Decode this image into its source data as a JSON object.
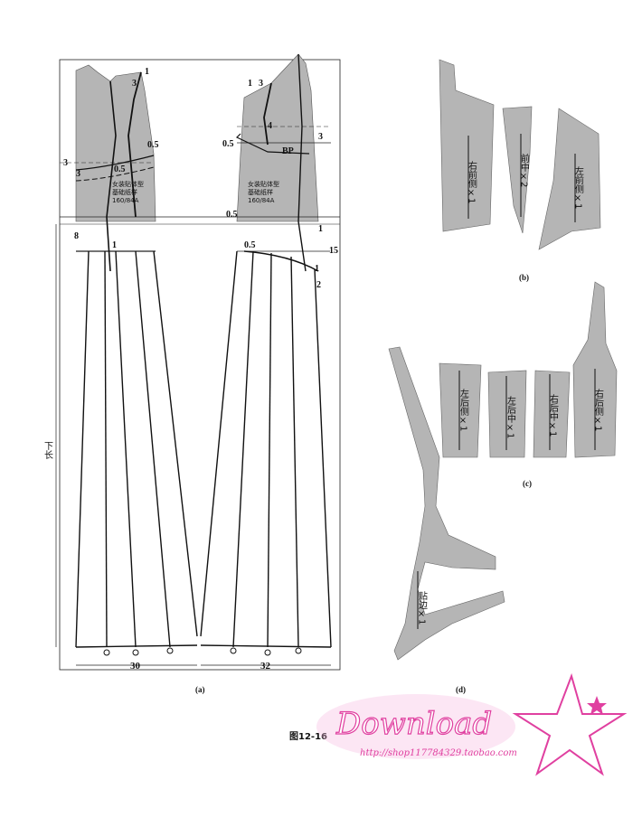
{
  "panel_a": {
    "left_labels": {
      "n3a": "3",
      "n3b": "3",
      "n3c": "3",
      "n1": "1",
      "n05a": "0.5",
      "n05b": "0.5",
      "n8": "8",
      "n1b": "1"
    },
    "left_block_text": [
      "女装贴体型",
      "基础纸样",
      "160/84A"
    ],
    "right_labels": {
      "n1": "1",
      "n3": "3",
      "n4": "4",
      "n05a": "0.5",
      "bp": "BP",
      "n3b": "3",
      "n05b": "0.5",
      "n1b": "1",
      "n05c": "0.5",
      "n15": "15",
      "n1c": "1",
      "n2": "2"
    },
    "right_block_text": [
      "女装贴体型",
      "基础纸样",
      "160/84A"
    ],
    "length_label": "下长",
    "width_left": "30",
    "width_right": "32",
    "caption": "(a)"
  },
  "panel_b": {
    "pieces": [
      "右前侧×1",
      "前中×2",
      "左前侧×1"
    ],
    "caption": "(b)"
  },
  "panel_c": {
    "pieces": [
      "左后侧×1",
      "左后中×1",
      "右后中×1",
      "右后侧×1"
    ],
    "caption": "(c)"
  },
  "panel_d": {
    "piece": "贴边×1",
    "caption": "(d)"
  },
  "figure_caption": "图12-16",
  "watermark": {
    "title": "Download",
    "url": "http://shop117784329.taobao.com"
  }
}
